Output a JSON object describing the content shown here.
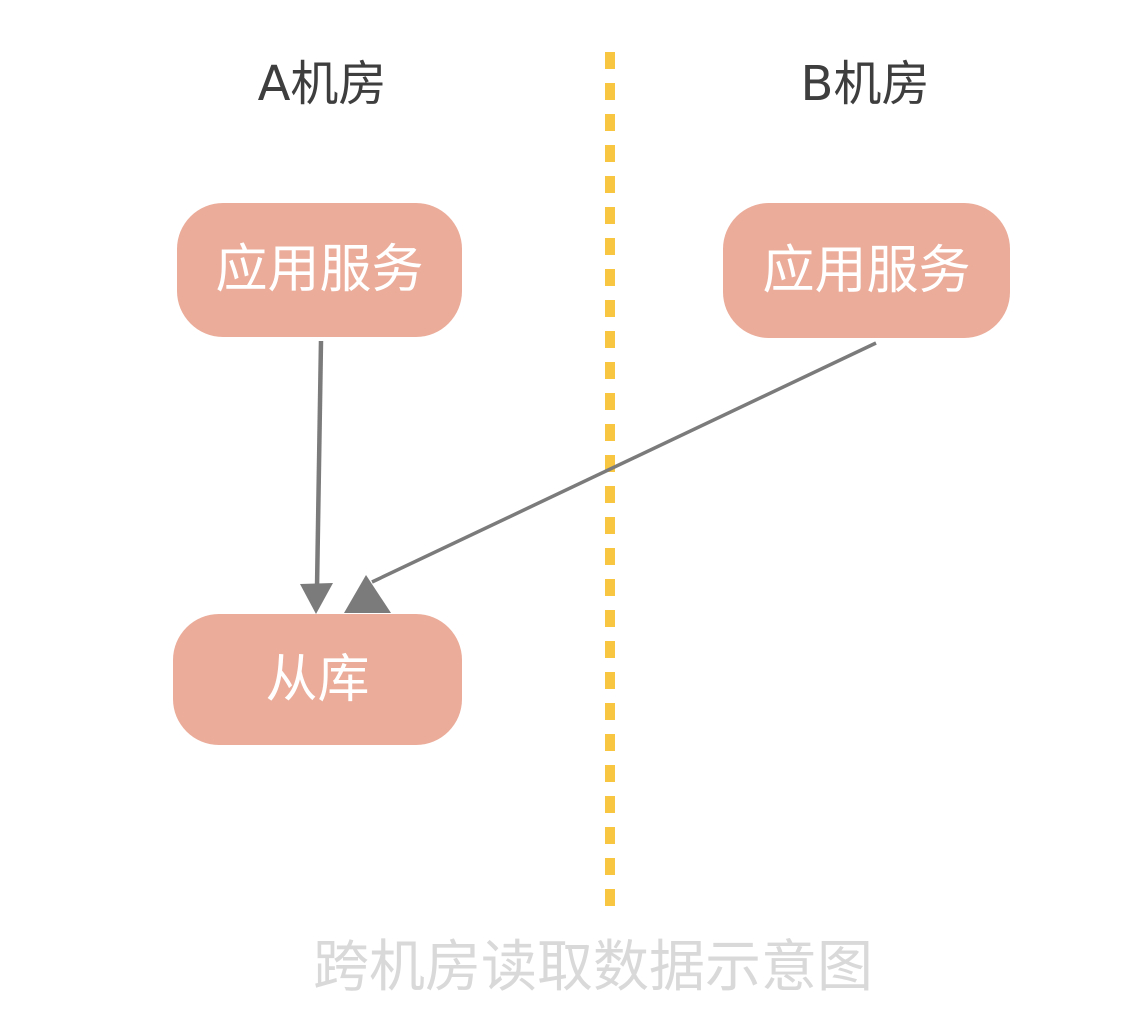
{
  "diagram": {
    "title": "跨机房读取数据示意图",
    "zones": {
      "left": {
        "label": "A机房"
      },
      "right": {
        "label": "B机房"
      }
    },
    "nodes": {
      "app_a": {
        "label": "应用服务",
        "zone": "A机房"
      },
      "app_b": {
        "label": "应用服务",
        "zone": "B机房"
      },
      "slave_db": {
        "label": "从库",
        "zone": "A机房"
      }
    },
    "edges": [
      {
        "from": "app_a",
        "to": "slave_db"
      },
      {
        "from": "app_b",
        "to": "slave_db"
      }
    ],
    "colors": {
      "node_fill": "#EBAC9A",
      "node_text": "#FFFFFF",
      "divider_yellow": "#F8C640",
      "arrow_gray": "#7B7B7B",
      "zone_label_gray": "#3E3E3E",
      "title_gray": "#D9D9D9",
      "background": "#FFFFFF"
    }
  }
}
